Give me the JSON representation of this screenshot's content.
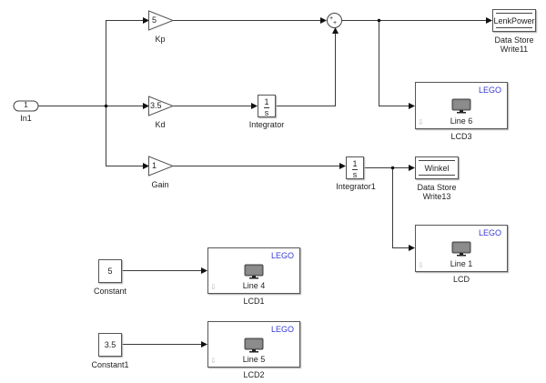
{
  "diagram": {
    "blocks": {
      "in1": {
        "port_number": "1",
        "label": "In1"
      },
      "kp": {
        "value": "5",
        "label": "Kp"
      },
      "kd": {
        "value": "3.5",
        "label": "Kd"
      },
      "gain": {
        "value": "1",
        "label": "Gain"
      },
      "integrator": {
        "numerator": "1",
        "denominator": "s",
        "label": "Integrator"
      },
      "integrator1": {
        "numerator": "1",
        "denominator": "s",
        "label": "Integrator1"
      },
      "sum": {
        "signs": "++",
        "label": ""
      },
      "ds_write11": {
        "variable": "LenkPower",
        "label_line1": "Data Store",
        "label_line2": "Write11"
      },
      "ds_write13": {
        "variable": "Winkel",
        "label_line1": "Data Store",
        "label_line2": "Write13"
      },
      "lcd3": {
        "brand": "LEGO",
        "line": "Line 6",
        "label": "LCD3"
      },
      "lcd": {
        "brand": "LEGO",
        "line": "Line 1",
        "label": "LCD"
      },
      "lcd1": {
        "brand": "LEGO",
        "line": "Line 4",
        "label": "LCD1"
      },
      "lcd2": {
        "brand": "LEGO",
        "line": "Line 5",
        "label": "LCD2"
      },
      "constant": {
        "value": "5",
        "label": "Constant"
      },
      "constant1": {
        "value": "3.5",
        "label": "Constant1"
      }
    },
    "connections": [
      {
        "from": "In1",
        "to": "Kp"
      },
      {
        "from": "In1",
        "to": "Kd"
      },
      {
        "from": "In1",
        "to": "Gain"
      },
      {
        "from": "Kp",
        "to": "Sum"
      },
      {
        "from": "Kd",
        "to": "Integrator"
      },
      {
        "from": "Integrator",
        "to": "Sum"
      },
      {
        "from": "Sum",
        "to": "Data Store Write11"
      },
      {
        "from": "Sum",
        "to": "LCD3"
      },
      {
        "from": "Gain",
        "to": "Integrator1"
      },
      {
        "from": "Integrator1",
        "to": "Data Store Write13"
      },
      {
        "from": "Integrator1",
        "to": "LCD"
      },
      {
        "from": "Constant",
        "to": "LCD1"
      },
      {
        "from": "Constant1",
        "to": "LCD2"
      }
    ],
    "colors": {
      "line": "#3a3a3a",
      "lego_text": "#3838d8",
      "border": "#555555"
    }
  }
}
